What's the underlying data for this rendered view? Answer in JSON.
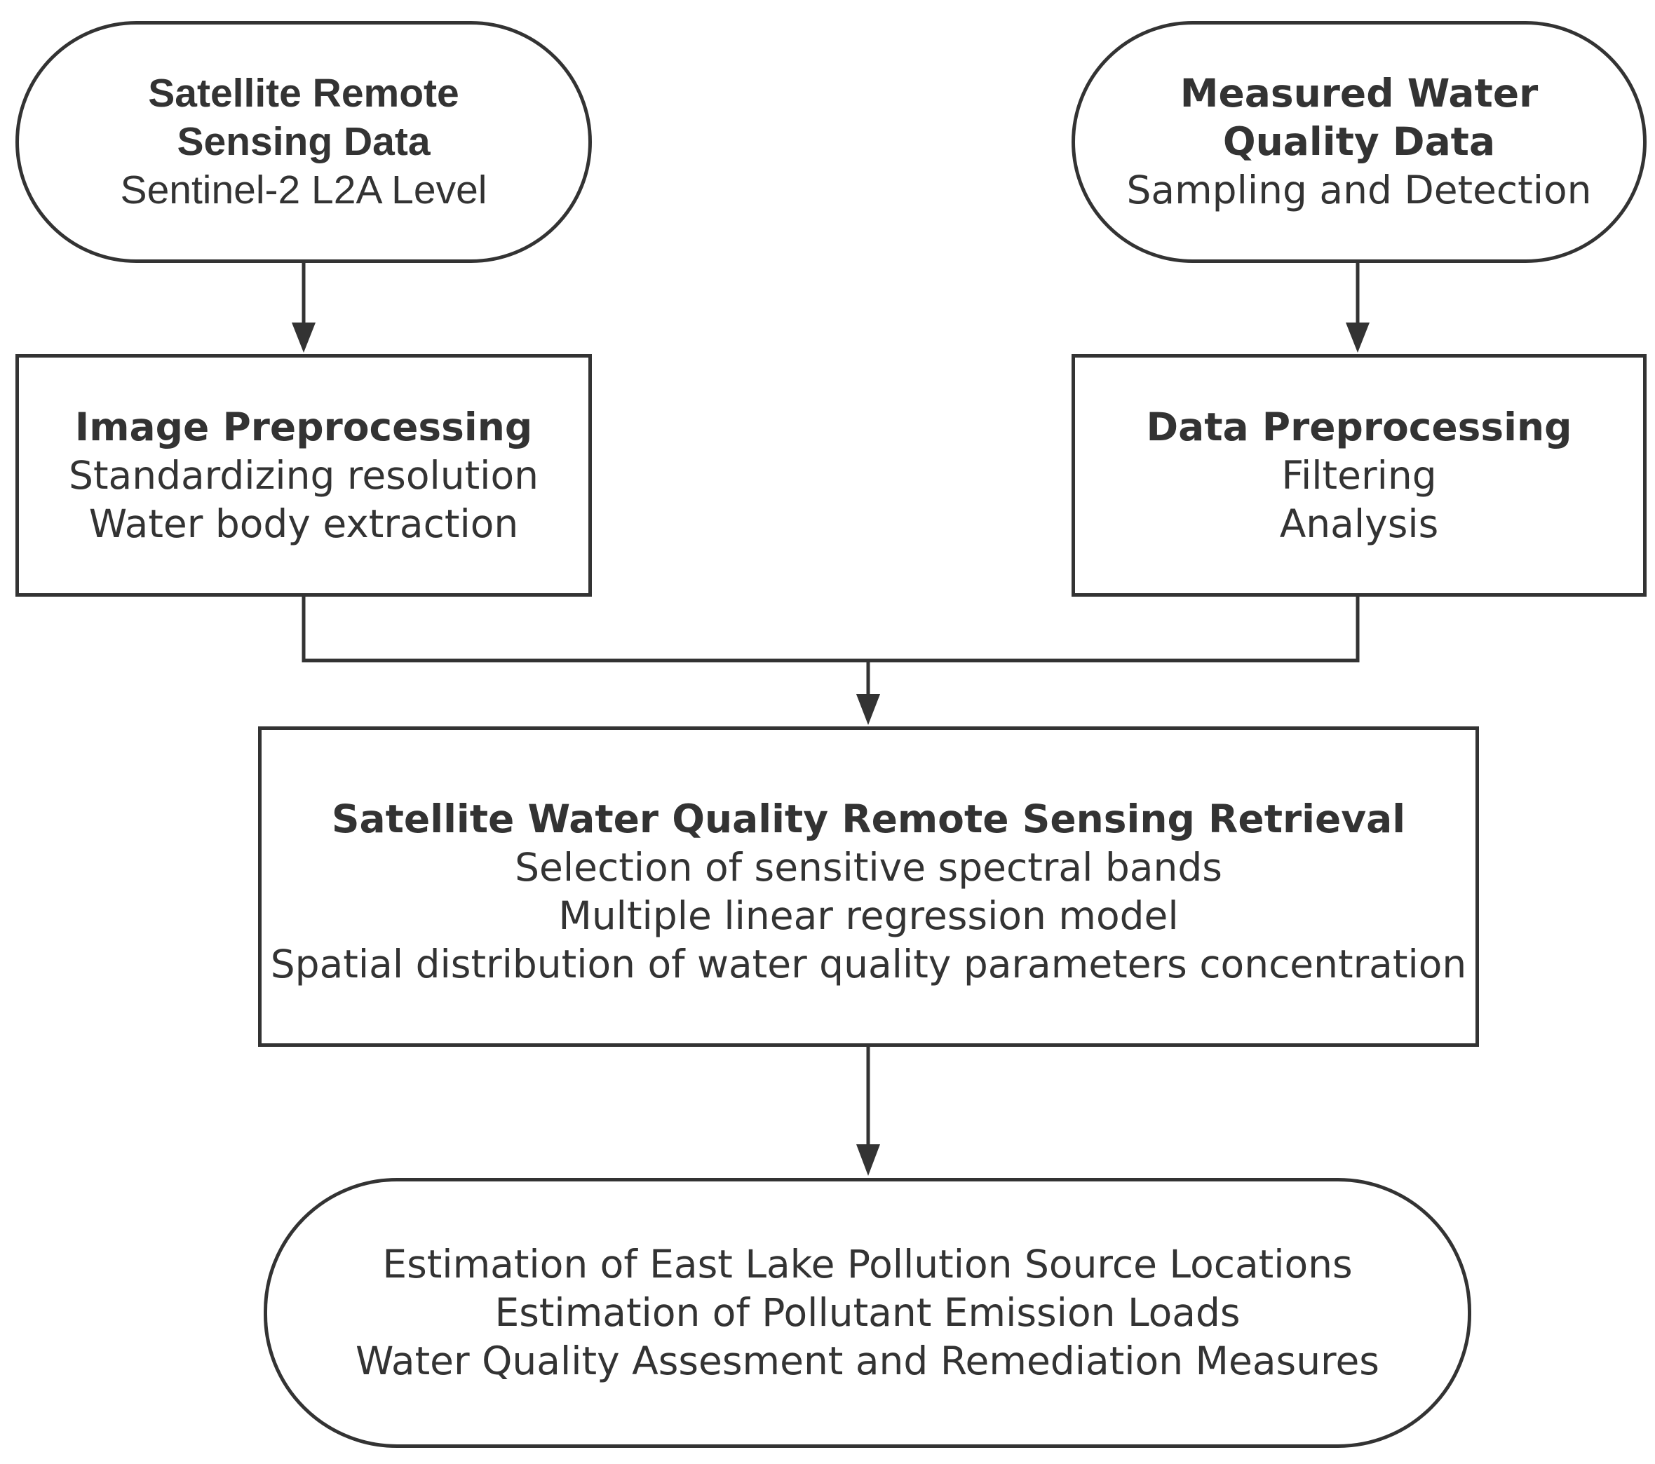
{
  "colors": {
    "stroke": "#333333",
    "text": "#333333",
    "background": "#ffffff"
  },
  "nodes": {
    "satellite": {
      "title_lines": [
        "Satellite Remote",
        "Sensing Data"
      ],
      "lines": [
        "Sentinel-2 L2A Level"
      ]
    },
    "measured": {
      "title_lines": [
        "Measured Water",
        "Quality Data"
      ],
      "lines": [
        "Sampling and Detection"
      ]
    },
    "image": {
      "title_lines": [
        "Image Preprocessing"
      ],
      "lines": [
        "Standardizing resolution",
        "Water body extraction"
      ]
    },
    "data": {
      "title_lines": [
        "Data Preprocessing"
      ],
      "lines": [
        "Filtering",
        "Analysis"
      ]
    },
    "retrieval": {
      "title_lines": [
        "Satellite Water Quality Remote Sensing Retrieval"
      ],
      "lines": [
        "Selection of sensitive spectral bands",
        "Multiple linear regression model",
        "Spatial distribution of water quality parameters concentration"
      ]
    },
    "output": {
      "title_lines": [],
      "lines": [
        "Estimation of East Lake Pollution Source Locations",
        "Estimation of Pollutant Emission Loads",
        "Water Quality Assesment and Remediation Measures"
      ]
    }
  },
  "edges": [
    {
      "from": "satellite",
      "to": "image"
    },
    {
      "from": "measured",
      "to": "data"
    },
    {
      "from": "image",
      "to": "retrieval"
    },
    {
      "from": "data",
      "to": "retrieval"
    },
    {
      "from": "retrieval",
      "to": "output"
    }
  ]
}
